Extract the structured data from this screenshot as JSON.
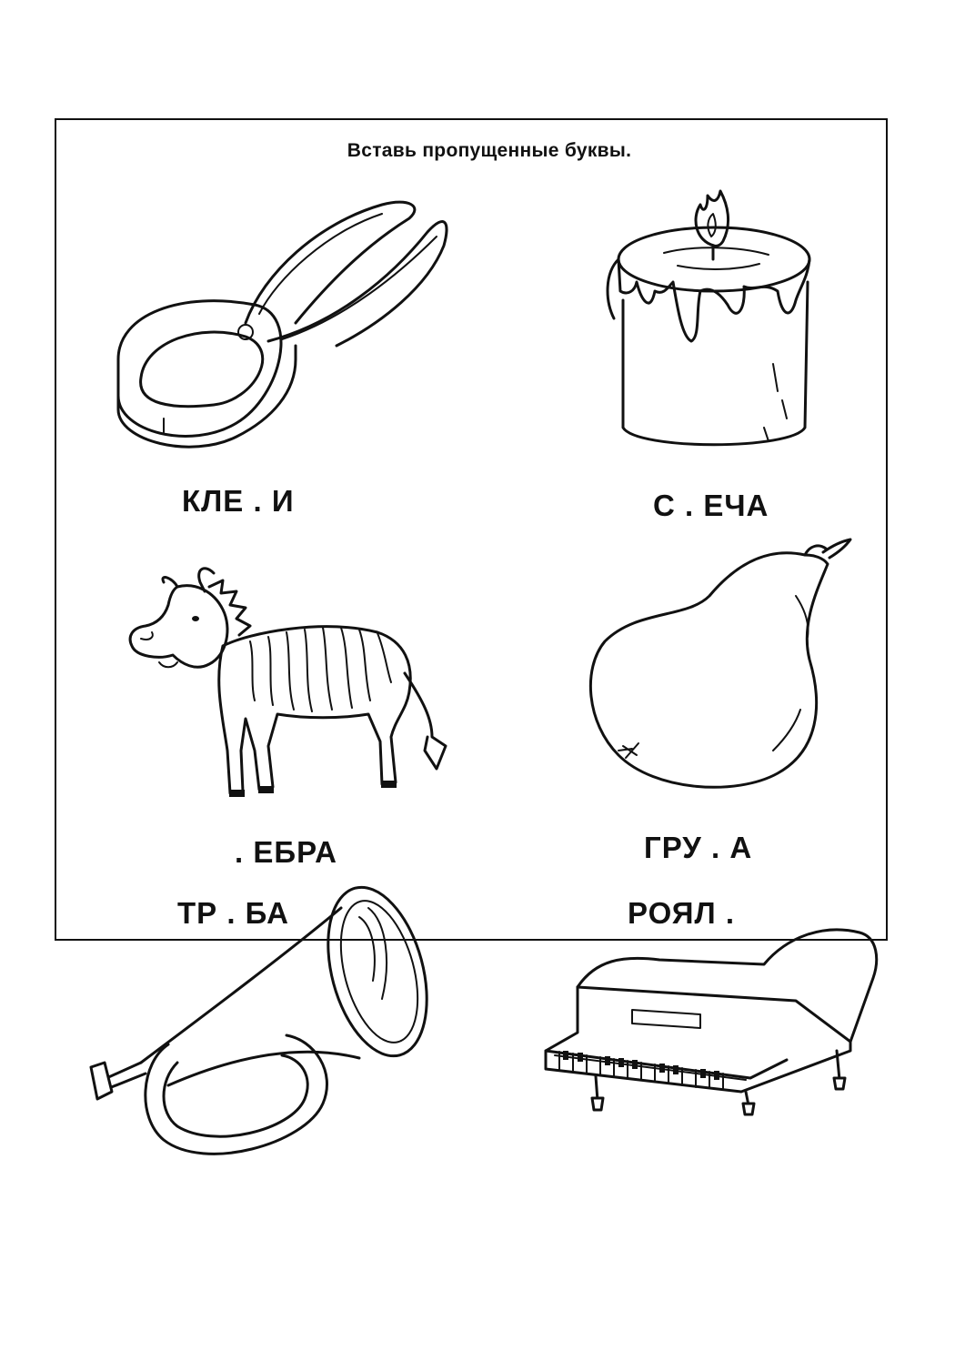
{
  "worksheet": {
    "instruction": "Вставь пропущенные буквы.",
    "items": [
      {
        "picture": "pliers-icon",
        "word": "КЛЕ . И"
      },
      {
        "picture": "candle-icon",
        "word": "С . ЕЧА"
      },
      {
        "picture": "zebra-icon",
        "word": ". ЕБРА"
      },
      {
        "picture": "pear-icon",
        "word": "ГРУ . А"
      },
      {
        "picture": "horn-icon",
        "word": "ТР . БА"
      },
      {
        "picture": "piano-icon",
        "word": "РОЯЛ ."
      }
    ]
  }
}
